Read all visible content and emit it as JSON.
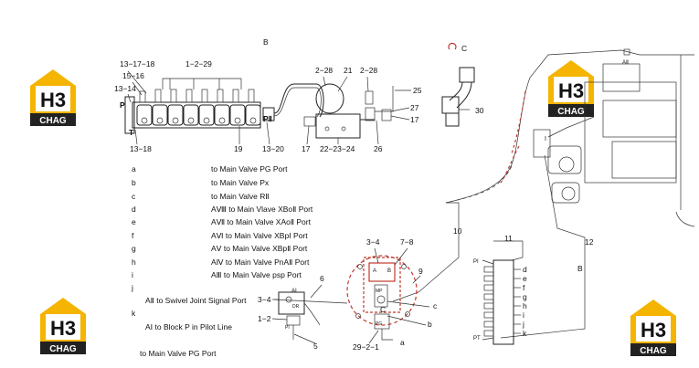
{
  "top_label": "B",
  "view_c_label": "C",
  "view_b_label": "B",
  "logo": {
    "main": "H3",
    "sub": "CHAG"
  },
  "part_labels": {
    "p13_17_18": "13−17−18",
    "p15_16": "15−16",
    "p13_14": "13−14",
    "p1_2_29_top": "1−2−29",
    "p2_28_a": "2−28",
    "p21": "21",
    "p2_28_b": "2−28",
    "p25": "25",
    "p30": "30",
    "p27": "27",
    "p17_right": "17",
    "pP": "P",
    "pT": "T",
    "pPII": "PⅡ",
    "p13_18": "13−18",
    "p19": "19",
    "p13_20": "13−20",
    "p17_bottom": "17",
    "p22_23_24": "22−23−24",
    "p26": "26",
    "p10": "10",
    "p11": "11",
    "p12": "12",
    "p3_4_a": "3−4",
    "p7_8": "7−8",
    "p9": "9",
    "p6": "6",
    "p3_4_b": "3−4",
    "p1_2": "1−2",
    "p5": "5",
    "p29_2_1": "29−2−1",
    "pa_bottom": "a",
    "pb_right": "b",
    "pc_right": "c",
    "pC_block": "C",
    "pAI": "AⅠ",
    "pAII": "AⅡ",
    "pI": "I"
  },
  "legend": [
    {
      "key": "a",
      "text": "to Main Valve PG Port"
    },
    {
      "key": "b",
      "text": "to Main Valve Px"
    },
    {
      "key": "c",
      "text": "to Main Valve RⅡ"
    },
    {
      "key": "d",
      "text": "AⅧ to Main Vlave XBoⅡ Port"
    },
    {
      "key": "e",
      "text": "AⅦ to Main Valve XAoⅡ Port"
    },
    {
      "key": "f",
      "text": "AⅥ to Main Valve XBpⅠ Port"
    },
    {
      "key": "g",
      "text": "AⅤ to Main Valve XBpⅡ Port"
    },
    {
      "key": "h",
      "text": "AⅣ to Main Valve PnAⅡ Port"
    },
    {
      "key": "i",
      "text": "AⅢ to Main Valve psp Port"
    },
    {
      "key": "j",
      "text": ""
    },
    {
      "key": "",
      "text": "AⅡ to Swivel Joint Signal Port"
    },
    {
      "key": "k",
      "text": ""
    },
    {
      "key": "",
      "text": "AⅠ to Block P in Pilot Line"
    },
    {
      "key": "",
      "text": ""
    },
    {
      "key": "",
      "text": "to Main Valve PG Port"
    }
  ],
  "manifold_ports": [
    "d",
    "e",
    "f",
    "g",
    "h",
    "i",
    "j",
    "k"
  ],
  "manifold_labels": {
    "PI": "PI",
    "PT": "PT"
  }
}
